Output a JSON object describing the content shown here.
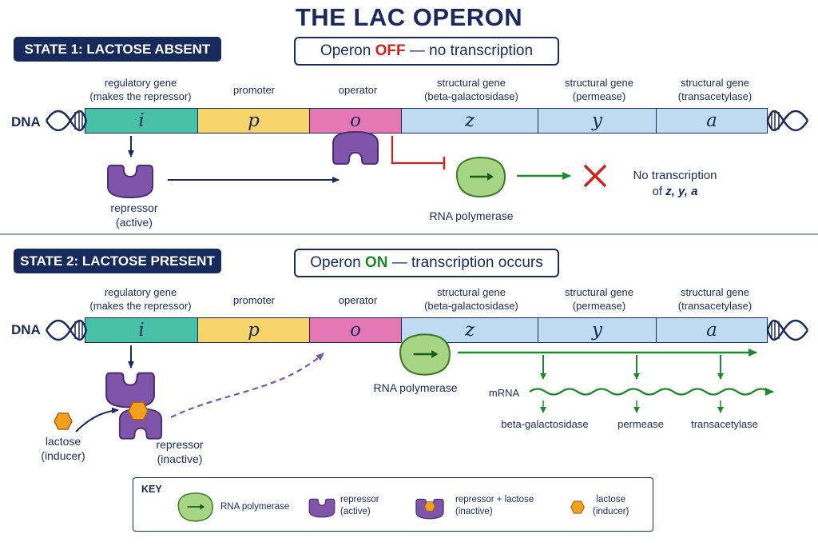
{
  "title": "THE LAC OPERON",
  "colors": {
    "navy": "#1b2a5e",
    "regulatory_gene": "#48c1a7",
    "promoter": "#f6d36b",
    "operator": "#e577b5",
    "structural_genes": "#bfdbf2",
    "repressor": "#7e55a8",
    "rna_polymerase": "#a6d683",
    "lactose": "#f2a11f",
    "off_red": "#d0221e",
    "on_green": "#1d8a2e"
  },
  "gene_labels": {
    "regulatory": [
      "regulatory gene",
      "(makes the repressor)"
    ],
    "promoter": "promoter",
    "operator": "operator",
    "z": [
      "structural gene",
      "(beta-galactosidase)"
    ],
    "y": [
      "structural gene",
      "(permease)"
    ],
    "a": [
      "structural gene",
      "(transacetylase)"
    ]
  },
  "gene_letters": {
    "i": "i",
    "p": "p",
    "o": "o",
    "z": "z",
    "y": "y",
    "a": "a"
  },
  "dna_label": "DNA",
  "state1": {
    "badge": "STATE 1: LACTOSE ABSENT",
    "status_prefix": "Operon ",
    "status_keyword": "OFF",
    "status_suffix": " — no transcription",
    "repressor_caption": [
      "repressor",
      "(active)"
    ],
    "polymerase_caption": "RNA polymerase",
    "result_line1": "No transcription",
    "result_line2_prefix": "of ",
    "result_genes": "z, y, a"
  },
  "state2": {
    "badge": "STATE 2: LACTOSE PRESENT",
    "status_prefix": "Operon ",
    "status_keyword": "ON",
    "status_suffix": " — transcription occurs",
    "lactose_caption": [
      "lactose",
      "(inducer)"
    ],
    "repressor_caption": [
      "repressor",
      "(inactive)"
    ],
    "polymerase_caption": "RNA polymerase",
    "mrna_label": "mRNA",
    "products": [
      "beta-galactosidase",
      "permease",
      "transacetylase"
    ]
  },
  "key": {
    "title": "KEY",
    "items": [
      {
        "icon": "rna-polymerase-icon",
        "label": [
          "RNA polymerase"
        ]
      },
      {
        "icon": "repressor-active-icon",
        "label": [
          "repressor",
          "(active)"
        ]
      },
      {
        "icon": "repressor-lactose-icon",
        "label": [
          "repressor + lactose",
          "(inactive)"
        ]
      },
      {
        "icon": "lactose-icon",
        "label": [
          "lactose",
          "(inducer)"
        ]
      }
    ]
  }
}
